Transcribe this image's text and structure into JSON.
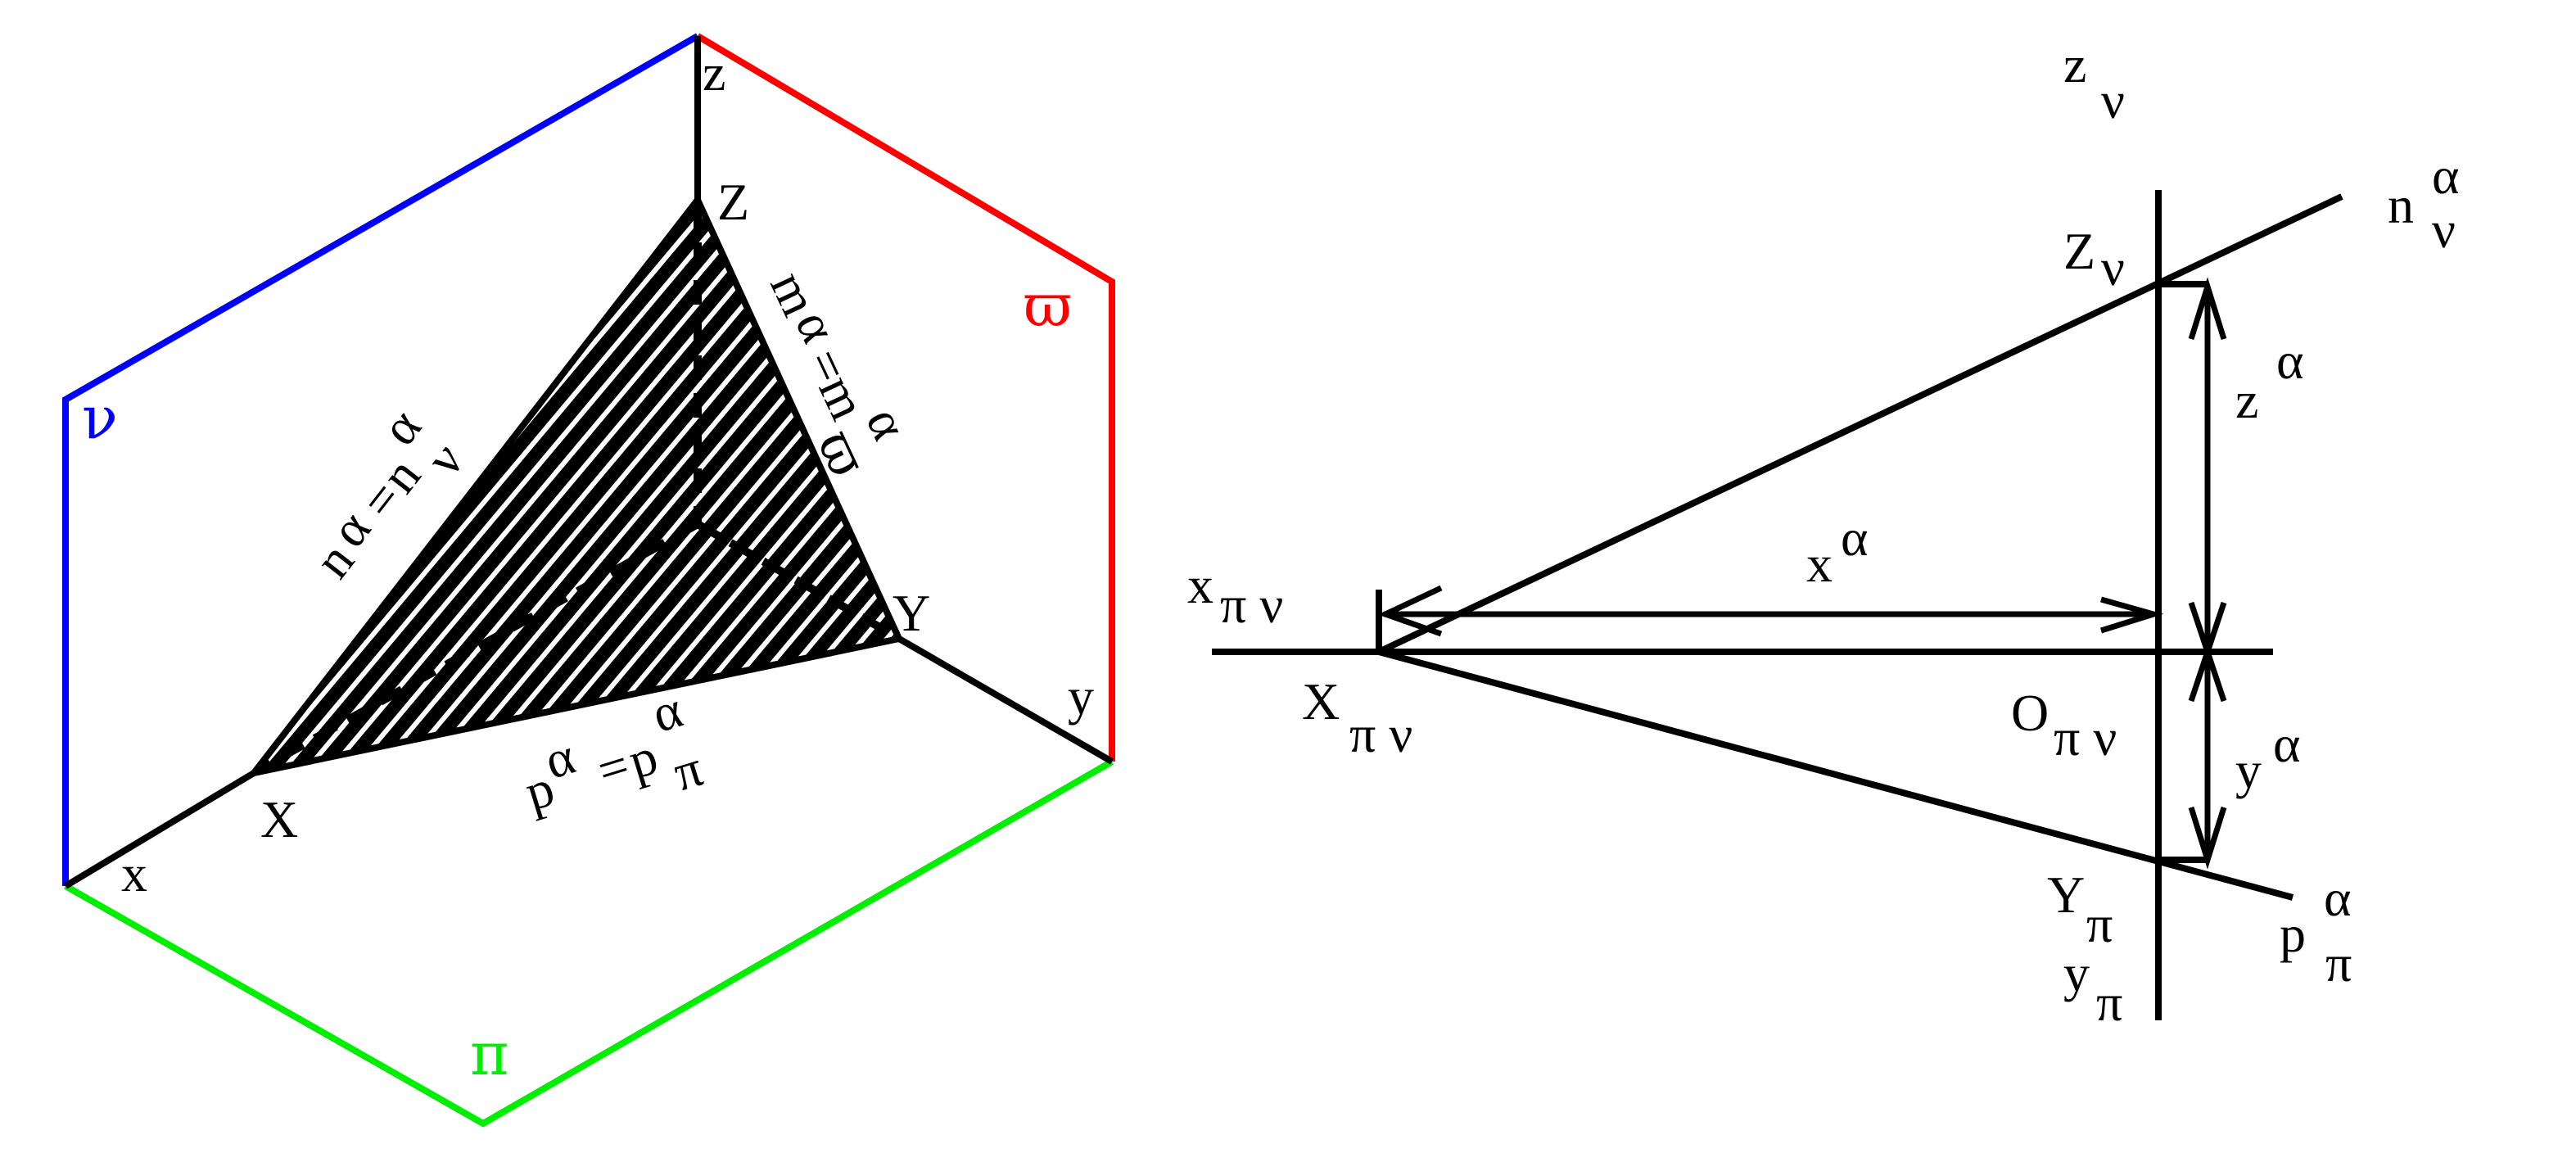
{
  "colors": {
    "nu_plane": "#0000ff",
    "varpi_plane": "#ff0000",
    "pi_plane": "#00ee00",
    "ink": "#000000"
  },
  "left": {
    "plane_labels": {
      "nu": "ν",
      "varpi": "ϖ",
      "pi": "π"
    },
    "axes": {
      "x": "x",
      "y": "y",
      "z": "z"
    },
    "points": {
      "X": "X",
      "Y": "Y",
      "Z": "Z"
    },
    "trace_n": {
      "base": "n",
      "sup1": "α",
      "eq": "=",
      "n": "n",
      "sup2": "α",
      "sub": "ν"
    },
    "trace_m": {
      "base": "m",
      "sup1": "α",
      "eq": "=",
      "m": "m",
      "sup2": "α",
      "sub": "ϖ"
    },
    "trace_p": {
      "base": "p",
      "sup1": "α",
      "eq": "=",
      "p": "p",
      "sup2": "α",
      "sub": "π"
    }
  },
  "right": {
    "z_axis": {
      "base": "z",
      "sub": "ν"
    },
    "y_axis": {
      "base": "y",
      "sub": "π"
    },
    "x_axis": {
      "base": "x",
      "sub": "π ν"
    },
    "Z_point": {
      "base": "Z",
      "sub": "ν"
    },
    "X_point": {
      "base": "X",
      "sub": "π ν"
    },
    "O_point": {
      "base": "O",
      "sub": "π ν"
    },
    "Y_point": {
      "base": "Y",
      "sub": "π"
    },
    "n_trace": {
      "base": "n",
      "sup": "α",
      "sub": "ν"
    },
    "p_trace": {
      "base": "p",
      "sup": "α",
      "sub": "π"
    },
    "x_dim": {
      "base": "x",
      "sup": "α"
    },
    "z_dim": {
      "base": "z",
      "sup": "α"
    },
    "y_dim": {
      "base": "y",
      "sup": "α"
    }
  }
}
